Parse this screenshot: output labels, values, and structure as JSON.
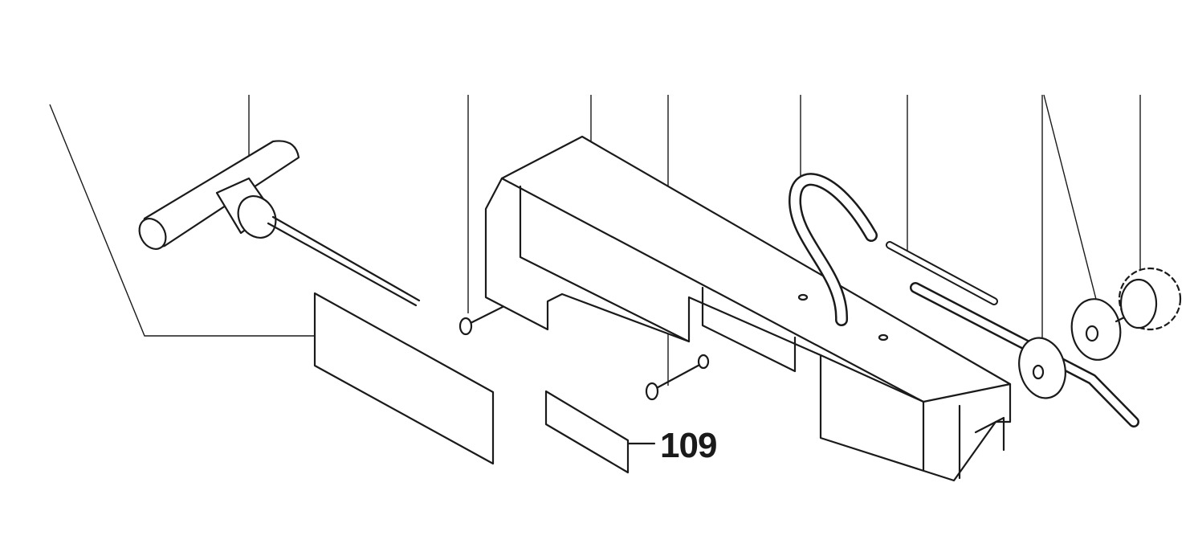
{
  "diagram": {
    "type": "exploded parts diagram",
    "callouts": [
      {
        "id": "109",
        "label": "109"
      }
    ],
    "parts": [
      "t-handle-hex-key",
      "label-plate-large",
      "label-plate-small",
      "screw-left",
      "screw-middle",
      "housing",
      "hose",
      "rod",
      "bent-rod",
      "washer",
      "clamp-disc",
      "knurled-knob"
    ],
    "leader_line_count": 10
  }
}
